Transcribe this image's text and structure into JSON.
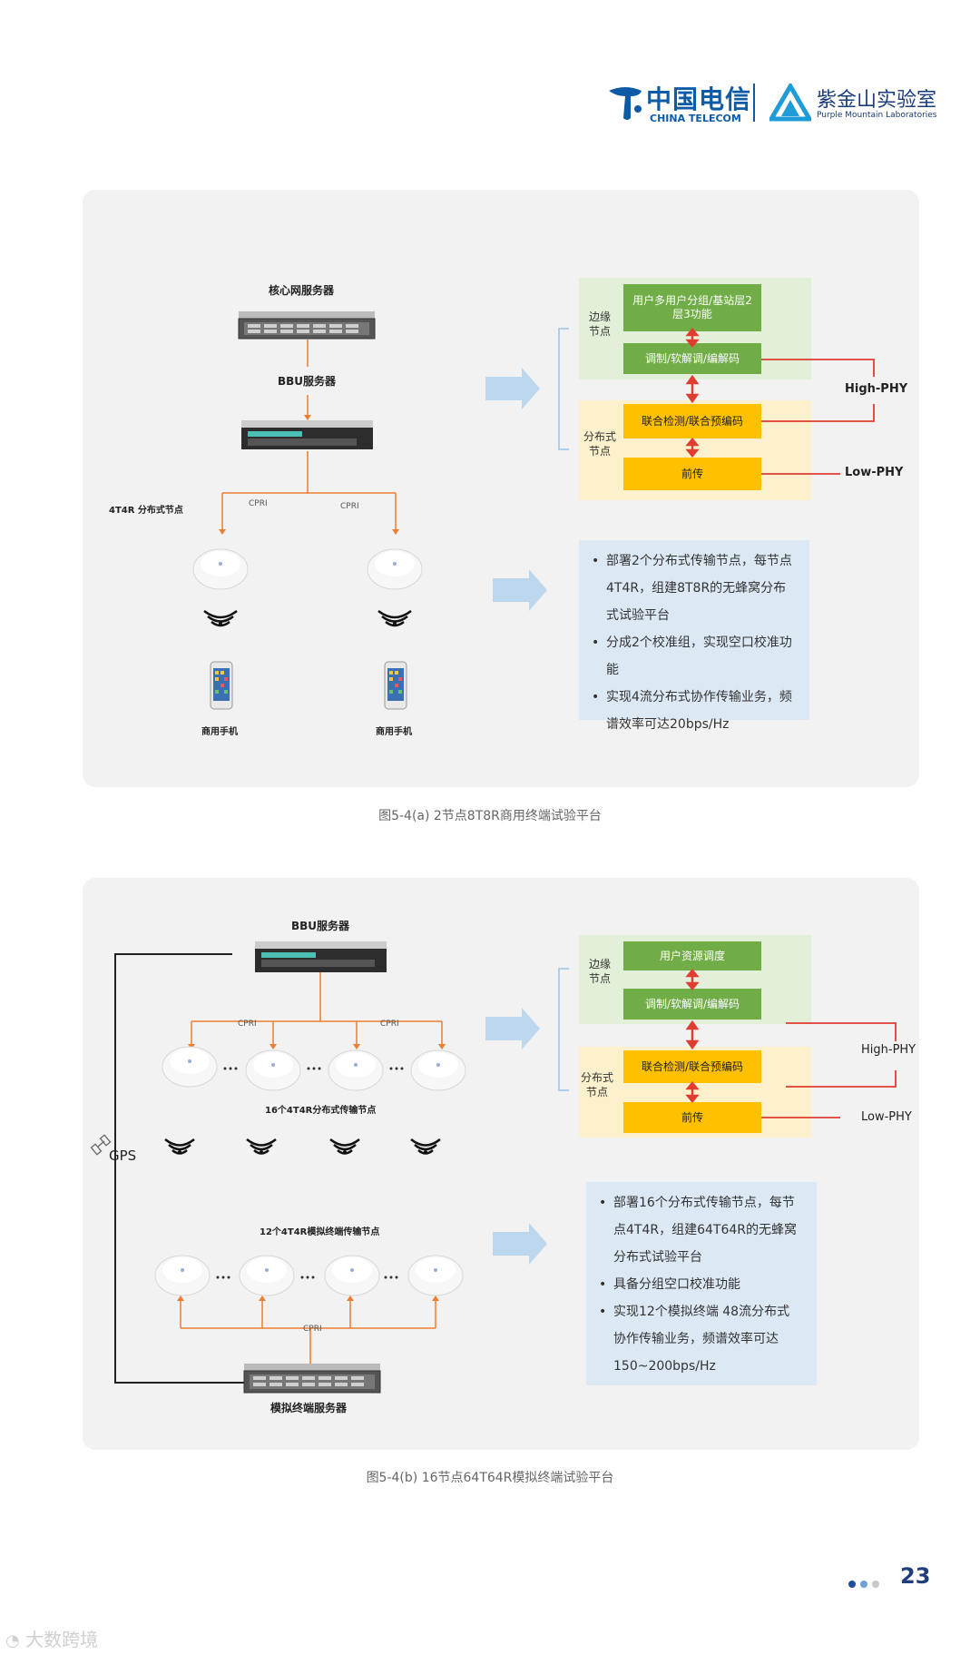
{
  "header": {
    "china_telecom_cn": "中国电信",
    "china_telecom_en": "CHINA TELECOM",
    "pml_cn": "紫金山实验室",
    "pml_en": "Purple Mountain Laboratories"
  },
  "figure_a": {
    "core_server": "核心网服务器",
    "bbu_server": "BBU服务器",
    "node_label": "4T4R 分布式节点",
    "cpri_left": "CPRI",
    "cpri_right": "CPRI",
    "phone_left": "商用手机",
    "phone_right": "商用手机",
    "edge_label": "边缘节点",
    "dist_label": "分布式节点",
    "box_top": "用户多用户分组/基站层2层3功能",
    "box_modem": "调制/软解调/编解码",
    "box_joint": "联合检测/联合预编码",
    "box_fronthaul": "前传",
    "high_phy": "High-PHY",
    "low_phy": "Low-PHY",
    "bullets": [
      "部署2个分布式传输节点，每节点4T4R，组建8T8R的无蜂窝分布式试验平台",
      "分成2个校准组，实现空口校准功能",
      "实现4流分布式协作传输业务，频谱效率可达20bps/Hz"
    ],
    "caption": "图5-4(a) 2节点8T8R商用终端试验平台"
  },
  "figure_b": {
    "bbu_server": "BBU服务器",
    "cpri_left": "CPRI",
    "cpri_right": "CPRI",
    "node_label": "16个4T4R分布式传输节点",
    "gps": "GPS",
    "terminal_label": "12个4T4R模拟终端传输节点",
    "cpri_bottom": "CPRI",
    "terminal_server": "模拟终端服务器",
    "edge_label": "边缘节点",
    "dist_label": "分布式节点",
    "box_top": "用户资源调度",
    "box_modem": "调制/软解调/编解码",
    "box_joint": "联合检测/联合预编码",
    "box_fronthaul": "前传",
    "high_phy": "High-PHY",
    "low_phy": "Low-PHY",
    "bullets": [
      "部署16个分布式传输节点，每节点4T4R，组建64T64R的无蜂窝分布式试验平台",
      "具备分组空口校准功能",
      "实现12个模拟终端 48流分布式协作传输业务，频谱效率可达150~200bps/Hz"
    ],
    "caption": "图5-4(b) 16节点64T64R模拟终端试验平台"
  },
  "footer": {
    "page_number": "23",
    "watermark": "大数跨境"
  },
  "colors": {
    "green_zone": "#e2efd9",
    "green_box": "#70ad47",
    "yellow_zone": "#fcf1cc",
    "yellow_box": "#ffc000",
    "info_bg": "#dce9f5",
    "red_line": "#e03c31",
    "orange_line": "#ed7d31",
    "arrow_blue": "#bdd7ee",
    "telecom_blue": "#0d5aa7"
  }
}
